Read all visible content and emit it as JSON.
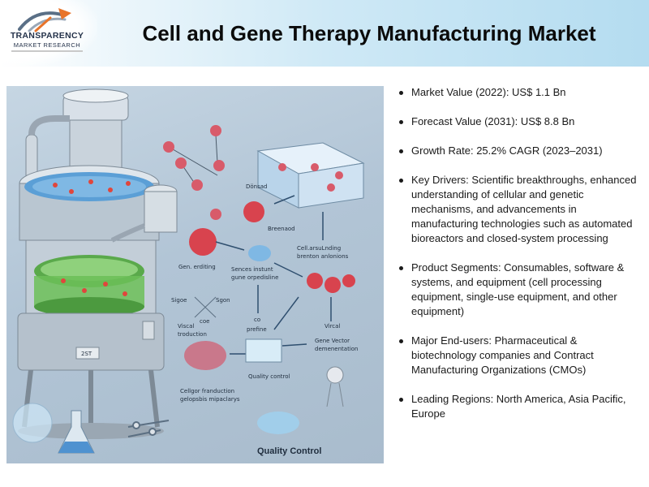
{
  "header": {
    "logo": {
      "word1": "TRANSPARENCY",
      "word2": "MARKET RESEARCH",
      "icon": "rising-arrow-logo-icon"
    },
    "title": "Cell and Gene Therapy Manufacturing Market"
  },
  "illustration": {
    "labels": {
      "gen_editing": "Gen. erditing",
      "donsad": "Dönsad",
      "breenaod": "Breenaod",
      "cell_line": "Cell.arsuLnding",
      "cell_line2": "brenton anlonions",
      "sences1": "Sences instunt",
      "sences2": "gune orpedisline",
      "sigoe": "Sigoe",
      "sgon": "Sgon",
      "coe": "coe",
      "viscal1": "Viscal",
      "viscal2": "troduction",
      "co": "co",
      "prefine": "prefine",
      "vircal": "Vircal",
      "gene_vector1": "Gene Vector",
      "gene_vector2": "demenentation",
      "quality_small": "Quality control",
      "cellgor1": "Cellgor franduction",
      "cellgor2": "gelopsbis mipaclarys",
      "reactor_plate": "2ST",
      "quality_big": "Quality Control"
    }
  },
  "facts": [
    "Market Value (2022): US$ 1.1 Bn",
    "Forecast Value (2031): US$ 8.8 Bn",
    "Growth Rate: 25.2% CAGR (2023–2031)",
    "Key Drivers: Scientific breakthroughs, enhanced understanding of cellular and genetic mechanisms, and advancements in manufacturing technologies such as automated bioreactors and closed-system processing",
    "Product Segments: Consumables, software & systems, and equipment (cell processing equipment, single-use equipment, and other equipment)",
    "Major End-users: Pharmaceutical & biotechnology companies and Contract Manufacturing Organizations (CMOs)",
    "Leading Regions: North America, Asia Pacific, Europe"
  ]
}
